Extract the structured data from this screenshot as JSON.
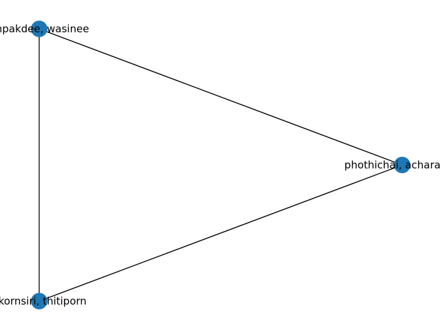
{
  "graph": {
    "node_color": "#1f77b4",
    "edge_color": "#000000",
    "nodes": [
      {
        "id": "n1",
        "label": "impakdee, wasinee"
      },
      {
        "id": "n2",
        "label": "phothichai, acharapan"
      },
      {
        "id": "n3",
        "label": "nkornsiri, thitiporn"
      }
    ],
    "edges": [
      {
        "source": "n1",
        "target": "n2"
      },
      {
        "source": "n1",
        "target": "n3"
      },
      {
        "source": "n3",
        "target": "n2"
      }
    ]
  }
}
